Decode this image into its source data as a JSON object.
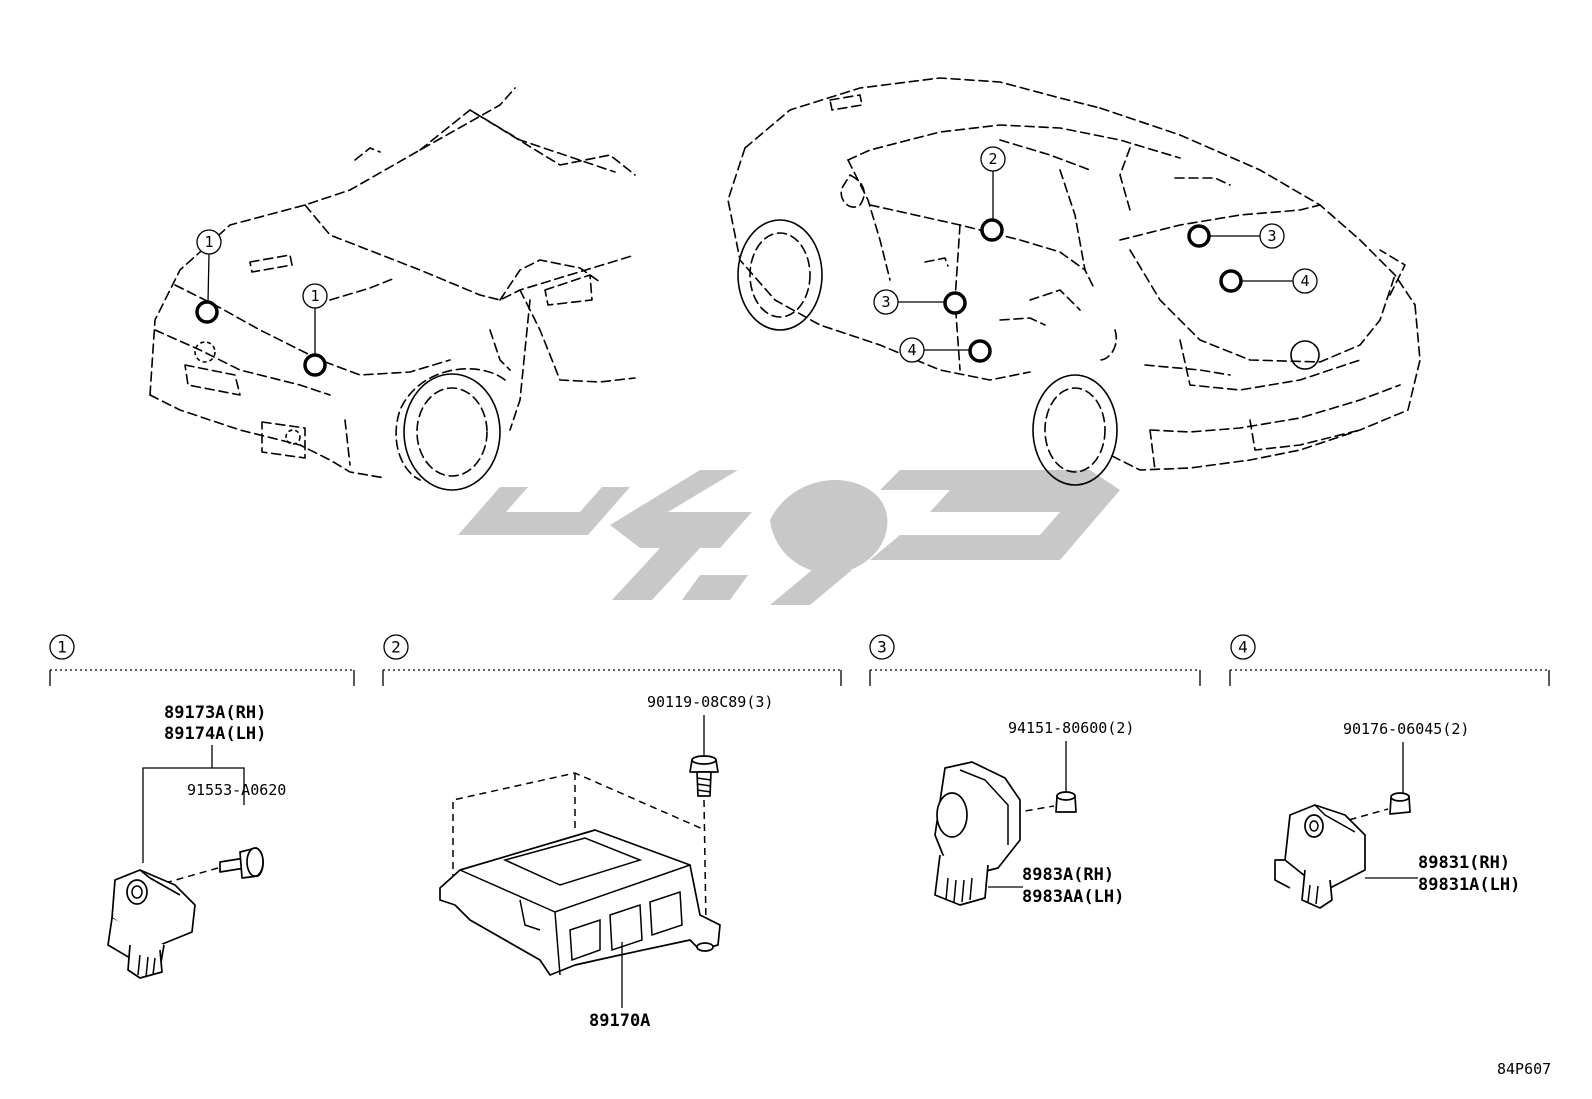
{
  "callout_numbers": [
    "1",
    "2",
    "3",
    "4"
  ],
  "sections": [
    {
      "num": "1",
      "parts": [
        "89173A(RH)",
        "89174A(LH)",
        "91553-A0620"
      ]
    },
    {
      "num": "2",
      "parts": [
        "90119-08C89(3)",
        "89170A"
      ]
    },
    {
      "num": "3",
      "parts": [
        "94151-80600(2)",
        "8983A(RH)",
        "8983AA(LH)"
      ]
    },
    {
      "num": "4",
      "parts": [
        "90176-06045(2)",
        "89831(RH)",
        "89831A(LH)"
      ]
    }
  ],
  "diagram_code": "84P607",
  "watermark": {
    "color": "#c8c8c8"
  }
}
